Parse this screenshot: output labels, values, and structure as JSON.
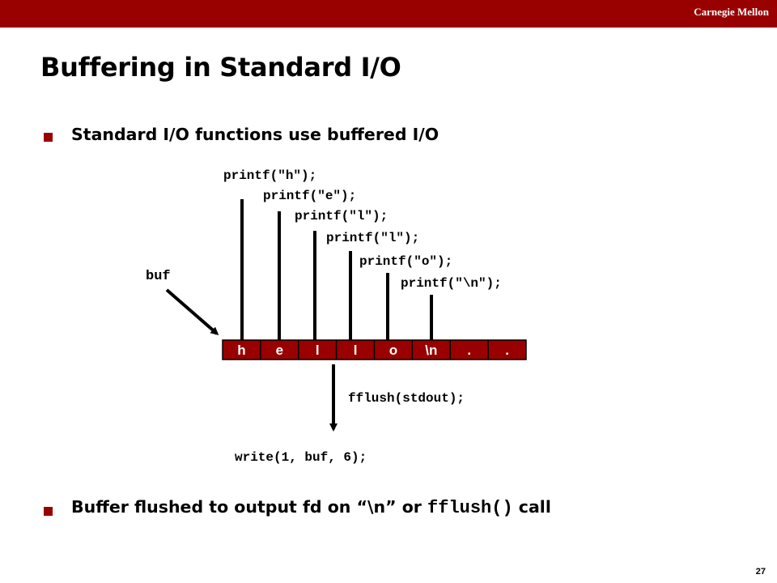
{
  "header": {
    "organization": "Carnegie Mellon"
  },
  "slide": {
    "title": "Buffering in Standard I/O",
    "bullet1": "Standard I/O functions use buffered I/O",
    "bullet2": {
      "text_before": "Buffer flushed to output fd on “",
      "newline": "\\n",
      "text_middle": "” or ",
      "function": "fflush()",
      "text_after": " call"
    },
    "page_number": "27"
  },
  "diagram": {
    "calls": [
      "printf(\"h\");",
      "printf(\"e\");",
      "printf(\"l\");",
      "printf(\"l\");",
      "printf(\"o\");",
      "printf(\"\\n\");"
    ],
    "buffer_label": "buf",
    "cells": [
      "h",
      "e",
      "l",
      "l",
      "o",
      "\\n",
      ".",
      "."
    ],
    "flush_call": "fflush(stdout);",
    "write_call": "write(1, buf, 6);"
  },
  "colors": {
    "accent": "#990000",
    "cell_fill": "#990000",
    "text": "#000000"
  }
}
